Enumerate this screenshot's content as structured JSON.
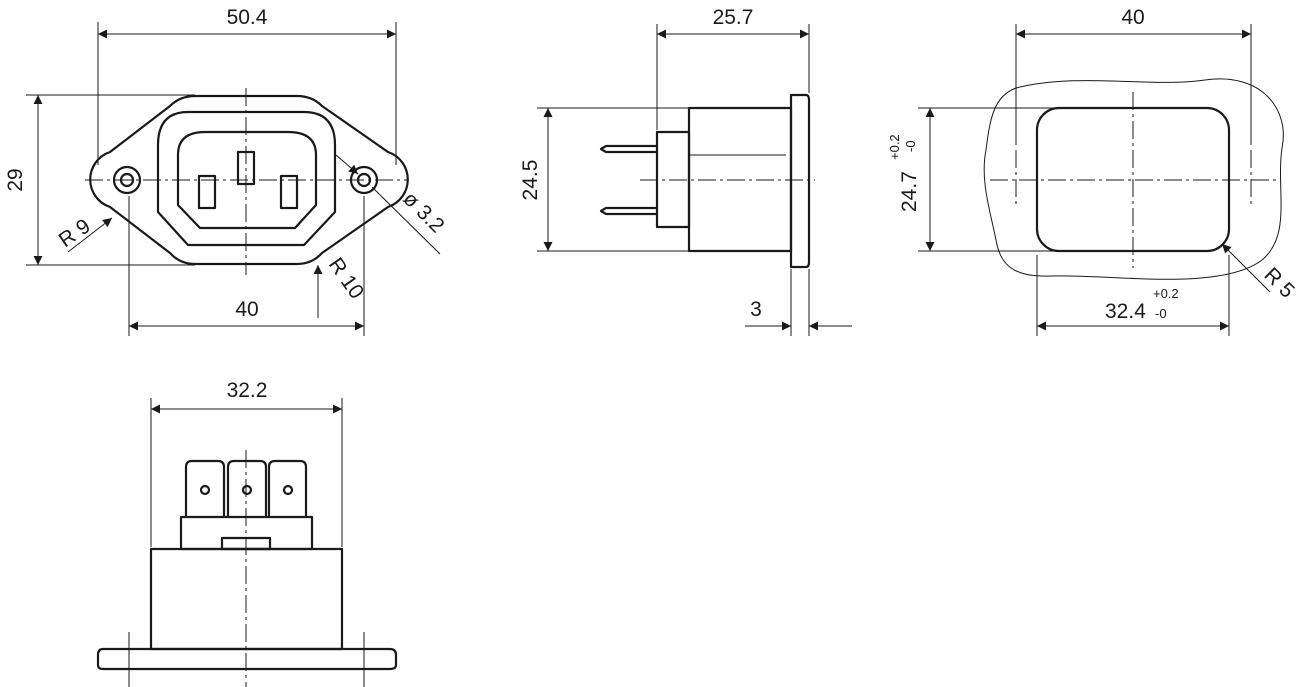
{
  "colors": {
    "line": "#1a1a1a",
    "background": "#ffffff"
  },
  "front_view": {
    "width_overall": "50.4",
    "height_overall": "29",
    "hole_spacing": "40",
    "corner_radius": "R 9",
    "flange_radius": "R 10",
    "hole_diameter": "ø 3.2"
  },
  "side_view": {
    "depth": "25.7",
    "body_height": "24.5",
    "flange_thickness": "3"
  },
  "cutout_view": {
    "hole_spacing": "40",
    "cutout_height": "24.7",
    "cutout_height_tol_upper": "+0.2",
    "cutout_height_tol_lower": "-0",
    "cutout_width": "32.4",
    "cutout_width_tol_upper": "+0.2",
    "cutout_width_tol_lower": "-0",
    "corner_radius": "R 5"
  },
  "bottom_view": {
    "body_width": "32.2"
  }
}
